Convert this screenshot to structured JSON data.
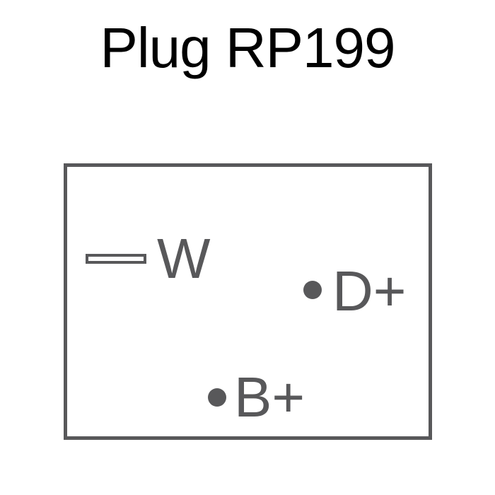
{
  "title": "Plug RP199",
  "colors": {
    "title_text": "#000000",
    "diagram_gray": "#58585a",
    "background": "#ffffff"
  },
  "pins": {
    "w": {
      "label": "W",
      "symbol": "flat-terminal"
    },
    "d_plus": {
      "label": "D+",
      "symbol": "round-terminal"
    },
    "b_plus": {
      "label": "B+",
      "symbol": "round-terminal"
    }
  }
}
